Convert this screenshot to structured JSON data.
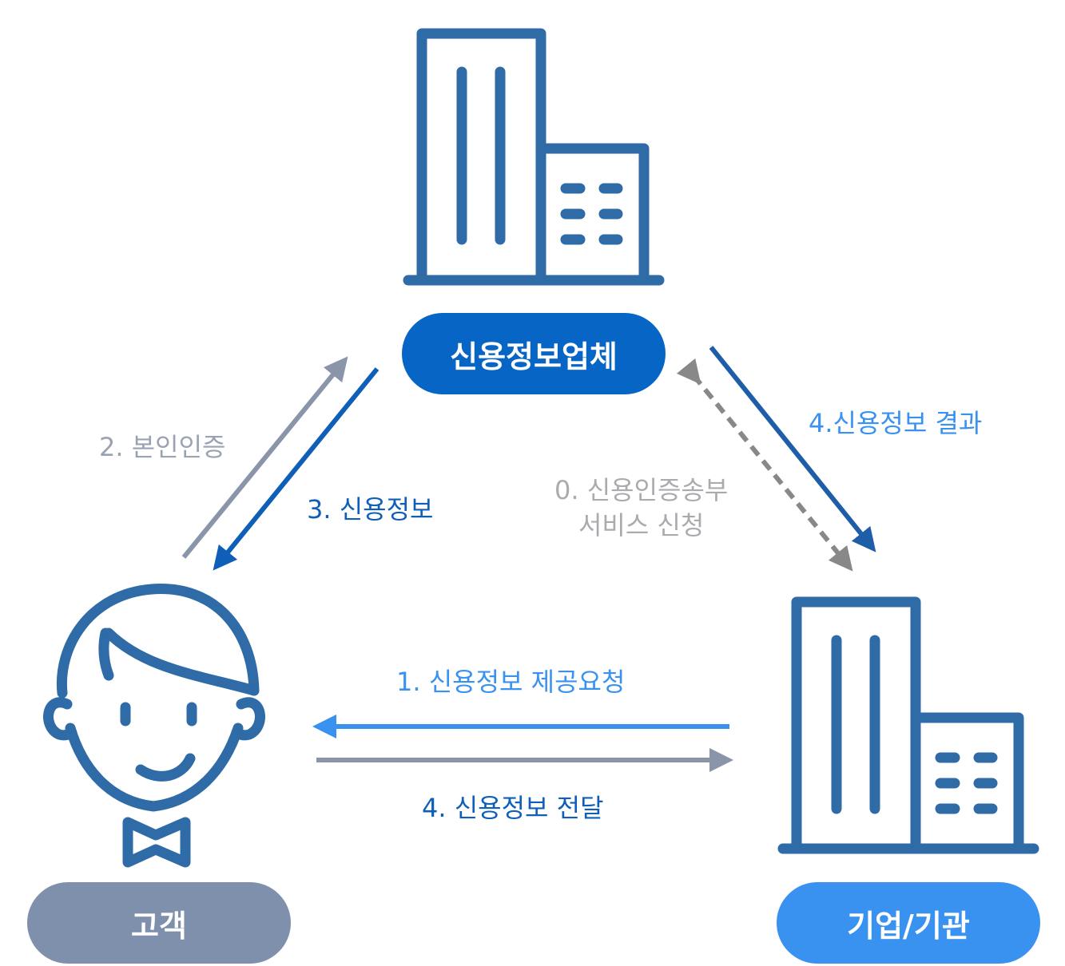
{
  "nodes": {
    "agency": {
      "label": "신용정보업체",
      "color": "#0765c6"
    },
    "customer": {
      "label": "고객",
      "color": "#7f90ad"
    },
    "company": {
      "label": "기업/기관",
      "color": "#3a92f0"
    }
  },
  "steps": {
    "step0": {
      "line1": "0. 신용인증송부",
      "line2": "서비스 신청",
      "color": "#888888"
    },
    "step1": {
      "label": "1. 신용정보 제공요청",
      "color": "#3a92f0"
    },
    "step2": {
      "label": "2. 본인인증",
      "color": "#8a95aa"
    },
    "step3": {
      "label": "3. 신용정보",
      "color": "#0f5fb8"
    },
    "step4_result": {
      "label": "4.신용정보 결과",
      "color": "#1e5ea8"
    },
    "step4_deliver": {
      "label": "4. 신용정보 전달",
      "color": "#8a95aa"
    }
  },
  "icons": {
    "building_color": "#2f6ba6",
    "person_color": "#2f6ba6"
  }
}
